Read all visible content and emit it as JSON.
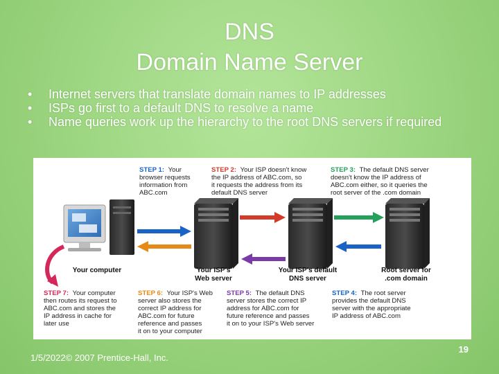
{
  "slide": {
    "title_line1": "DNS",
    "title_line2": "Domain Name Server",
    "bullets": [
      "Internet servers that translate domain names to IP addresses",
      "ISPs go first to a default DNS to resolve a name",
      "Name queries work up the hierarchy to the root DNS servers if required"
    ],
    "bullet_glyph": "•",
    "footer_date": "1/5/2022",
    "footer_copyright": "© 2007 Prentice-Hall, Inc.",
    "page_number": "19"
  },
  "diagram": {
    "steps": [
      {
        "key": "STEP 1:",
        "color": "#1a63c6",
        "lines": [
          "Your",
          "browser requests",
          "information from",
          "ABC.com"
        ]
      },
      {
        "key": "STEP 2:",
        "color": "#d43a2a",
        "lines": [
          "Your ISP doesn't know",
          "the IP address of ABC.com, so",
          "it requests the address from its",
          "default DNS server"
        ]
      },
      {
        "key": "STEP 3:",
        "color": "#25a05a",
        "lines": [
          "The default DNS server",
          "doesn't know the IP address of",
          "ABC.com either, so it queries the",
          "root server of the .com domain"
        ]
      },
      {
        "key": "STEP 4:",
        "color": "#1a63c6",
        "lines": [
          "The root server",
          "provides the default DNS",
          "server with the appropriate",
          "IP address of ABC.com"
        ]
      },
      {
        "key": "STEP 5:",
        "color": "#7a3aa8",
        "lines": [
          "The default DNS",
          "server stores the correct IP",
          "address for ABC.com for",
          "future reference and passes",
          "it on to your ISP's Web server"
        ]
      },
      {
        "key": "STEP 6:",
        "color": "#e58a16",
        "lines": [
          "Your ISP's Web",
          "server also stores the",
          "correct IP address for",
          "ABC.com for future",
          "reference and passes",
          "it on to your computer"
        ]
      },
      {
        "key": "STEP 7:",
        "color": "#d4285a",
        "lines": [
          "Your computer",
          "then routes its request to",
          "ABC.com and stores the",
          "IP address in cache for",
          "later use"
        ]
      }
    ],
    "labels": {
      "your_computer": "Your computer",
      "isp_web_server": [
        "Your ISP's",
        "Web server"
      ],
      "isp_dns_server": [
        "Your ISP's default",
        "DNS server"
      ],
      "root_server": [
        "Root server for",
        ".com domain"
      ]
    },
    "arrow_colors": {
      "step1": "#1a63c6",
      "step2": "#d43a2a",
      "step3": "#25a05a",
      "step4": "#1a63c6",
      "step5": "#7a3aa8",
      "step6": "#e58a16",
      "step7": "#d4285a"
    }
  }
}
